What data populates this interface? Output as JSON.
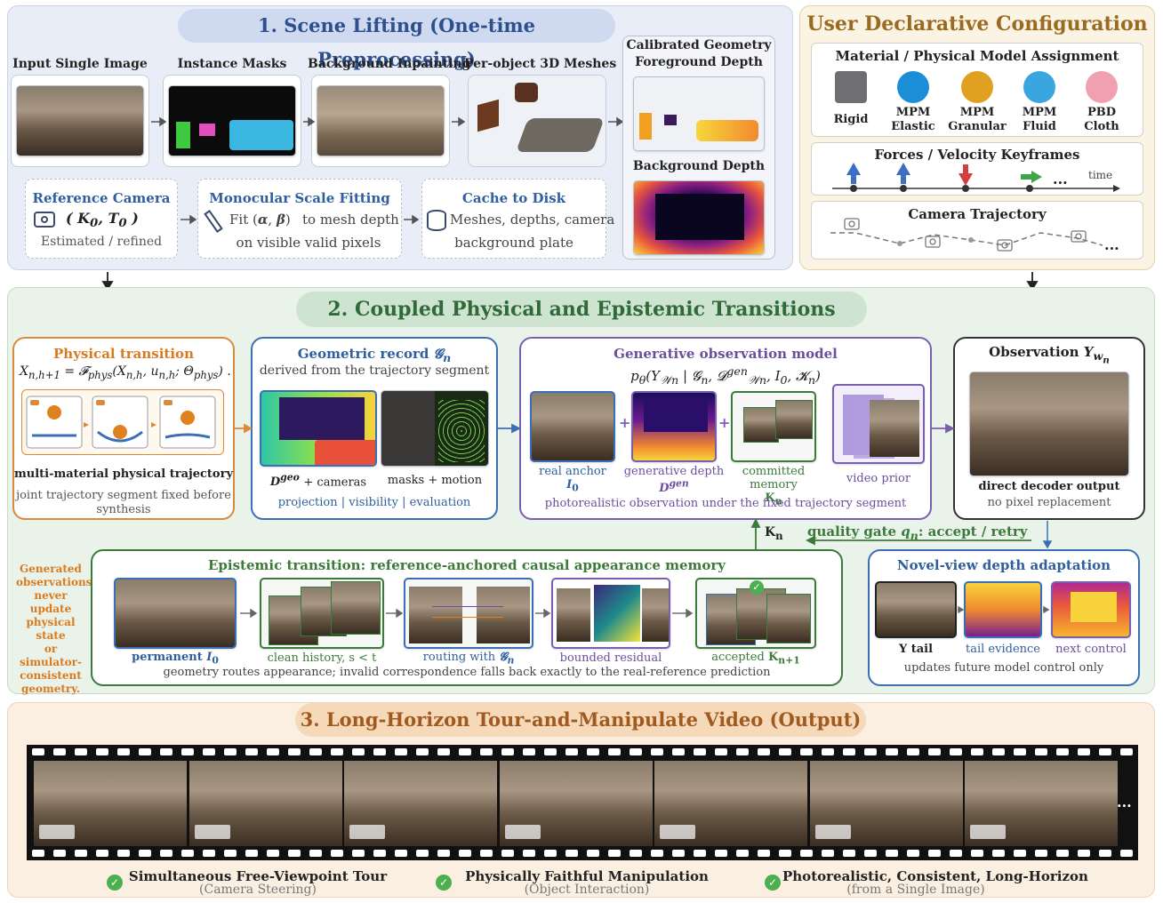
{
  "s1": {
    "title": "1. Scene Lifting (One-time Preprocessing)",
    "labels": [
      "Input Single Image",
      "Instance Masks",
      "Background Inpainting",
      "Per-object 3D Meshes"
    ],
    "calib": "Calibrated Geometry",
    "fg_depth": "Foreground Depth",
    "bg_depth": "Background Depth",
    "ref_cam": "Reference Camera",
    "ref_sub": "Estimated / refined",
    "scale": "Monocular Scale Fitting",
    "scale_l1": "to mesh depth",
    "scale_l2": "on visible valid pixels",
    "cache": "Cache to Disk",
    "cache_l1": "Meshes, depths, camera",
    "cache_l2": "background plate"
  },
  "ucfg": {
    "title": "User Declarative Configuration",
    "mat_title": "Material / Physical Model Assignment",
    "materials": [
      {
        "l1": "Rigid",
        "l2": ""
      },
      {
        "l1": "MPM",
        "l2": "Elastic"
      },
      {
        "l1": "MPM",
        "l2": "Granular"
      },
      {
        "l1": "MPM",
        "l2": "Fluid"
      },
      {
        "l1": "PBD",
        "l2": "Cloth"
      }
    ],
    "forces": "Forces / Velocity Keyframes",
    "time": "time",
    "ellipsis": "...",
    "cam_traj": "Camera Trajectory"
  },
  "s2": {
    "title": "2. Coupled Physical and Epistemic Transitions",
    "phys_title": "Physical transition",
    "phys_cap1": "multi-material physical trajectory",
    "phys_cap2": "joint trajectory segment fixed before",
    "phys_cap3": "synthesis",
    "geo_title": "Geometric record",
    "geo_sub": "derived from the trajectory segment",
    "geo_c1": "+ cameras",
    "geo_c2": "masks + motion",
    "geo_links": [
      "projection",
      "visibility",
      "evaluation"
    ],
    "gen_title": "Generative observation model",
    "gen_items": [
      "real anchor",
      "generative depth",
      "committed memory",
      "video prior"
    ],
    "gen_caption": "photorealistic observation under the fixed trajectory segment",
    "obs_title": "Observation",
    "obs_c1": "direct decoder output",
    "obs_c2": "no pixel replacement",
    "gate": "quality gate",
    "gate_rest": ": accept / retry",
    "epi_title": "Epistemic transition: reference-anchored causal appearance memory",
    "epi_items": [
      "permanent",
      "clean history, s < t",
      "routing with",
      "bounded residual",
      "accepted"
    ],
    "epi_caption": "geometry routes appearance; invalid correspondence falls back exactly to the real-reference prediction",
    "side_note": [
      "Generated",
      "observations",
      "never update",
      "physical state",
      "or simulator-",
      "consistent",
      "geometry."
    ],
    "nv_title": "Novel-view depth adaptation",
    "nv_items": [
      "Y tail",
      "tail evidence",
      "next control"
    ],
    "nv_caption": "updates future model control only"
  },
  "s3": {
    "title": "3. Long-Horizon Tour-and-Manipulate Video (Output)",
    "ellipsis": "...",
    "claims": [
      {
        "main": "Simultaneous Free-Viewpoint Tour",
        "sub": "(Camera Steering)"
      },
      {
        "main": "Physically Faithful Manipulation",
        "sub": "(Object Interaction)"
      },
      {
        "main": "Photorealistic, Consistent, Long-Horizon",
        "sub": "(from a Single Image)"
      }
    ]
  },
  "colors": {
    "blue_panel": "#e8edf7",
    "orange_panel": "#fbf3e3",
    "green_panel": "#eaf3ea",
    "out_panel": "#fbefe2"
  }
}
